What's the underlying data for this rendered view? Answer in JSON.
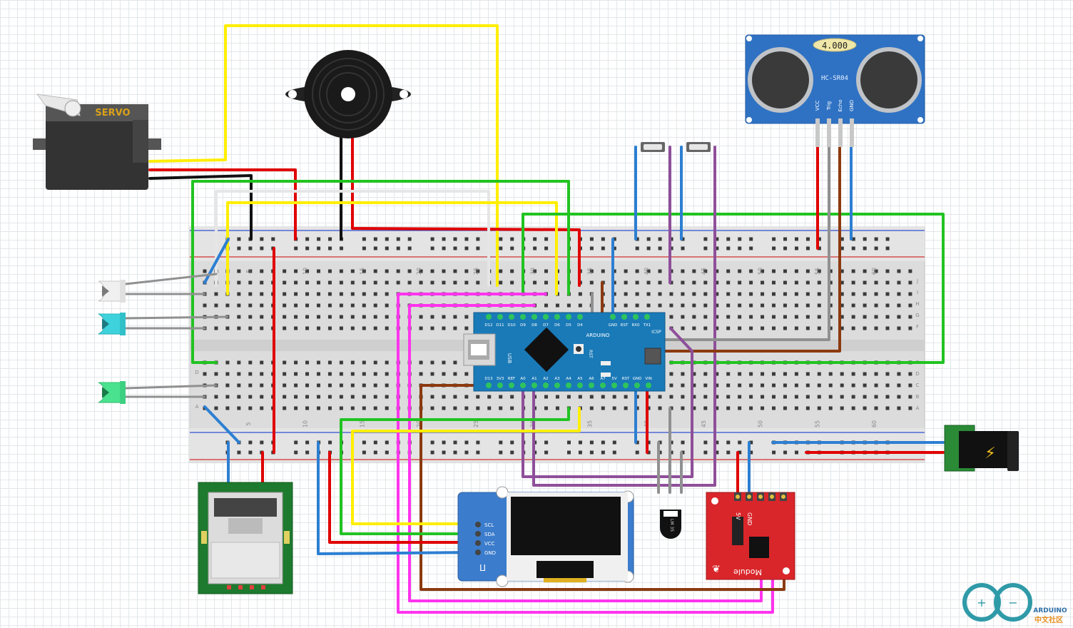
{
  "servo": {
    "label": "SERVO"
  },
  "ultrasonic": {
    "display": "4.000",
    "model": "HC-SR04",
    "pins": [
      "VCC",
      "Trig",
      "Echo",
      "GND"
    ]
  },
  "nano": {
    "top_pins": [
      "D12",
      "D11",
      "D10",
      "D9",
      "D8",
      "D7",
      "D6",
      "D5",
      "D4",
      "GND",
      "RST",
      "RX0",
      "TX1"
    ],
    "bottom_pins": [
      "D13",
      "3V3",
      "REF",
      "A0",
      "A1",
      "A2",
      "A3",
      "A4",
      "A5",
      "A6",
      "A7",
      "5V",
      "RST",
      "GND",
      "VIN"
    ],
    "brand": "ARDUINO",
    "usb_label": "USB",
    "icsp": "ICSP",
    "rst": "RST"
  },
  "breadboard": {
    "col_numbers": [
      "5",
      "10",
      "15",
      "20",
      "25",
      "30",
      "35",
      "40",
      "45",
      "50",
      "55",
      "60"
    ],
    "row_letters_right_top": [
      "J",
      "I",
      "H",
      "G",
      "F"
    ],
    "row_letters_right_bottom": [
      "E",
      "D",
      "C",
      "B",
      "A"
    ],
    "row_letters_left": [
      "D",
      "A"
    ]
  },
  "oled": {
    "pins": [
      "SCL",
      "SDA",
      "VCC",
      "GND"
    ]
  },
  "sensor": {
    "label": "LM 35"
  },
  "module": {
    "pins": [
      "5V",
      "GND"
    ],
    "label": "Module"
  },
  "power_jack": {
    "symbol": "⚡"
  },
  "logo": {
    "name": "ARDUINO",
    "sub": "中文社区"
  },
  "colors": {
    "wire_yellow": "#ffee00",
    "wire_red": "#e00000",
    "wire_black": "#111111",
    "wire_green": "#22c322",
    "wire_blue": "#2d7fd2",
    "wire_white": "#e6e6e6",
    "wire_gray": "#909090",
    "wire_purple": "#8e4f9a",
    "wire_brown": "#8b3a0f",
    "wire_magenta": "#ff33ee",
    "nano_blue": "#1a7ab8",
    "sonar_blue": "#2f72c4",
    "oled_blue": "#3b7ccc",
    "module_red": "#d9262a",
    "pcb_green": "#1d7a2e"
  }
}
